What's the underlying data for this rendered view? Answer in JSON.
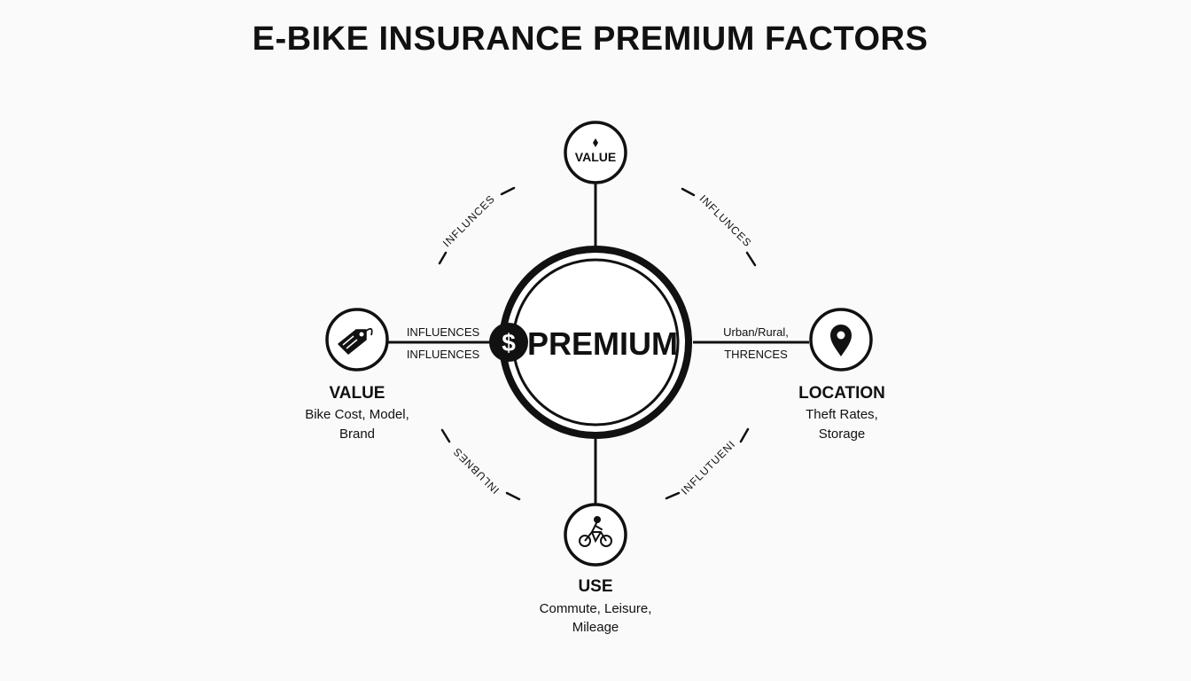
{
  "title": "E-BIKE INSURANCE PREMIUM FACTORS",
  "center": {
    "label": "PREMIUM",
    "symbol": "$"
  },
  "colors": {
    "stroke": "#111111",
    "background": "#fafafa",
    "node_fill": "#ffffff"
  },
  "nodes": {
    "top": {
      "inner_label": "VALUE",
      "icon": "diamond-icon"
    },
    "left": {
      "icon": "price-tag-icon",
      "title": "VALUE",
      "desc_line1": "Bike Cost, Model,",
      "desc_line2": "Brand"
    },
    "right": {
      "icon": "map-pin-icon",
      "title": "LOCATION",
      "desc_line1": "Theft Rates,",
      "desc_line2": "Storage"
    },
    "bottom": {
      "icon": "cyclist-icon",
      "title": "USE",
      "desc_line1": "Commute, Leisure,",
      "desc_line2": "Mileage"
    }
  },
  "edge_labels": {
    "left_line1": "INFLUENCES",
    "left_line2": "INFLUENCES",
    "right_line1": "Urban/Rural,",
    "right_line2": "THRENCES"
  },
  "arc_labels": {
    "top_left": "INFLUNCES",
    "top_right": "INFLUNCES",
    "bottom_left": "INLUBNES",
    "bottom_right": "INFLUTUENI"
  }
}
